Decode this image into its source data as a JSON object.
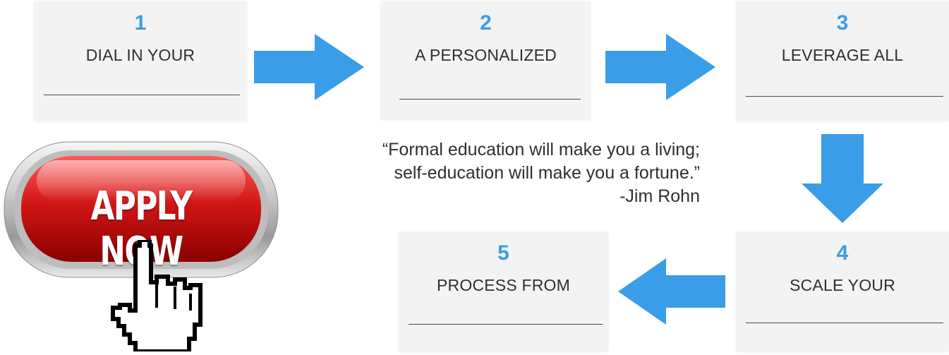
{
  "accent_color": "#3a9de8",
  "steps": [
    {
      "number": "1",
      "label": "DIAL IN YOUR"
    },
    {
      "number": "2",
      "label": "A PERSONALIZED"
    },
    {
      "number": "3",
      "label": "LEVERAGE ALL"
    },
    {
      "number": "4",
      "label": "SCALE YOUR"
    },
    {
      "number": "5",
      "label": "PROCESS FROM"
    }
  ],
  "quote": {
    "line1": "“Formal education will make you a living;",
    "line2": "self-education will make you a fortune.”",
    "author": "-Jim Rohn"
  },
  "apply_button": {
    "label": "APPLY NOW",
    "icon": "pointing-hand-cursor-icon"
  },
  "arrows": [
    "right",
    "right",
    "down",
    "left"
  ]
}
